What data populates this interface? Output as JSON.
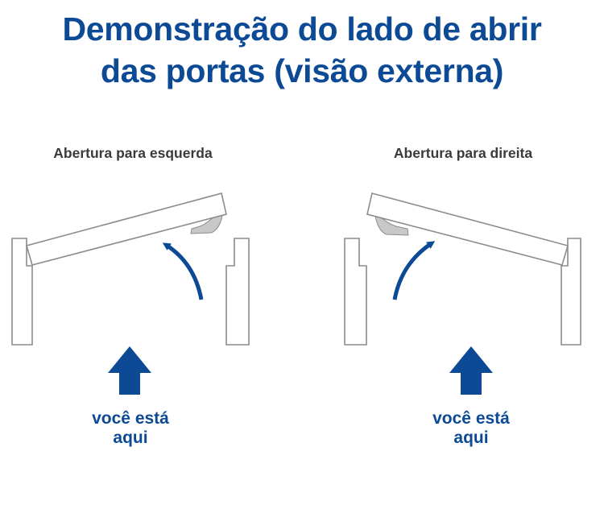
{
  "title": {
    "line1": "Demonstração do lado de abrir",
    "line2": "das portas (visão externa)"
  },
  "panels": [
    {
      "label": "Abertura para esquerda",
      "you_are_here": {
        "line1": "você está",
        "line2": "aqui"
      }
    },
    {
      "label": "Abertura para direita",
      "you_are_here": {
        "line1": "você está",
        "line2": "aqui"
      }
    }
  ],
  "colors": {
    "title": "#0d4a96",
    "arrow": "#0d4a96",
    "label": "#3a3a3a",
    "outline": "#9a9a9a",
    "hinge": "#c8c8c8"
  },
  "icons": [
    "door-frame",
    "open-door-leaf",
    "hinge",
    "curved-swing-arrow",
    "up-arrow-icon"
  ]
}
